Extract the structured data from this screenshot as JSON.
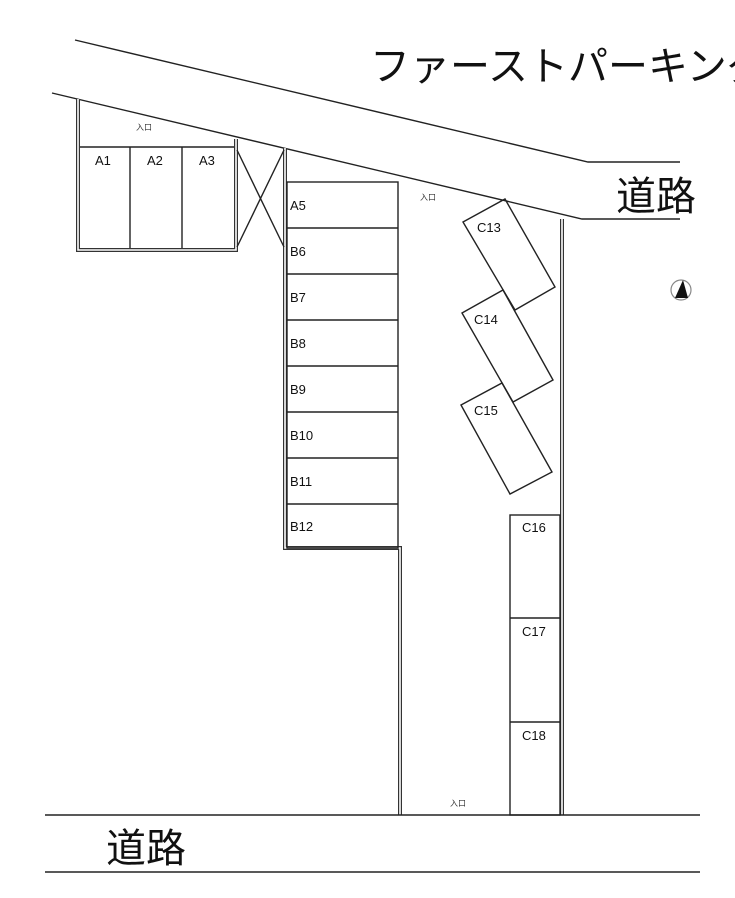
{
  "title": "ファーストパーキング",
  "roads": {
    "top_right": "道路",
    "bottom": "道路"
  },
  "entrances": [
    "入口",
    "入口",
    "入口"
  ],
  "spaces": {
    "A": [
      "A1",
      "A2",
      "A3"
    ],
    "B": [
      "A5",
      "B6",
      "B7",
      "B8",
      "B9",
      "B10",
      "B11",
      "B12"
    ],
    "C_angled": [
      "C13",
      "C14",
      "C15"
    ],
    "C_straight": [
      "C16",
      "C17",
      "C18"
    ]
  },
  "north_icon": "north-arrow-icon"
}
